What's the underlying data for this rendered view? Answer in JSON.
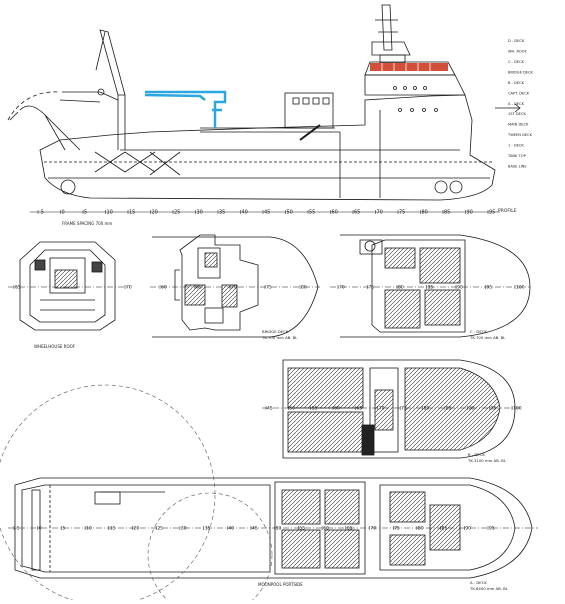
{
  "drawing": {
    "colors": {
      "line": "#1a1a1a",
      "crane_accent": "#2aa7e0",
      "bridge_accent": "#d2503a"
    },
    "profile": {
      "title": "PROFILE",
      "frame_spacing": "FRAME SPACING 700 mm",
      "frame_ticks": [
        "-5",
        "0",
        "5",
        "10",
        "15",
        "20",
        "25",
        "30",
        "35",
        "40",
        "45",
        "50",
        "55",
        "60",
        "65",
        "70",
        "75",
        "80",
        "85",
        "90",
        "95"
      ],
      "deck_labels": [
        "D - DECK",
        "WH. ROOF",
        "C - DECK",
        "BRIDGE DECK",
        "B - DECK",
        "CAPT. DECK",
        "A - DECK",
        "1ST DECK",
        "MAIN DECK",
        "TWEEN DECK",
        "1 - DECK",
        "TANK TOP",
        "BASE LINE"
      ]
    },
    "plans": {
      "wheelhouse_roof": {
        "title": "WHEELHOUSE ROOF"
      },
      "bridge_deck": {
        "title": "BRIDGE DECK",
        "sub": "TK.700 mm AB. BL"
      },
      "c_deck": {
        "title": "C - DECK",
        "sub": "TK.700 mm AB. BL"
      },
      "b_deck": {
        "title": "B - DECK",
        "sub": "TK.3100 mm AB. BL"
      },
      "a_deck": {
        "title": "A - DECK",
        "sub": "TK.6400 mm AB. BL"
      },
      "main_deck_note": "MOONPOOL PORTSIDE"
    },
    "plan_ticks": {
      "wheelhouse": [
        "65",
        "70"
      ],
      "bridge": [
        "60",
        "65",
        "70",
        "75",
        "80"
      ],
      "cdeck": [
        "70",
        "75",
        "80",
        "85",
        "90",
        "95",
        "100"
      ],
      "bdeck": [
        "45",
        "50",
        "55",
        "60",
        "65",
        "70",
        "75",
        "80",
        "85",
        "90",
        "95",
        "100"
      ],
      "adeck": [
        "-5",
        "0",
        "5",
        "10",
        "15",
        "20",
        "25",
        "30",
        "35",
        "40",
        "45",
        "50",
        "55",
        "60",
        "65",
        "70",
        "75",
        "80",
        "85",
        "90",
        "95"
      ]
    }
  }
}
